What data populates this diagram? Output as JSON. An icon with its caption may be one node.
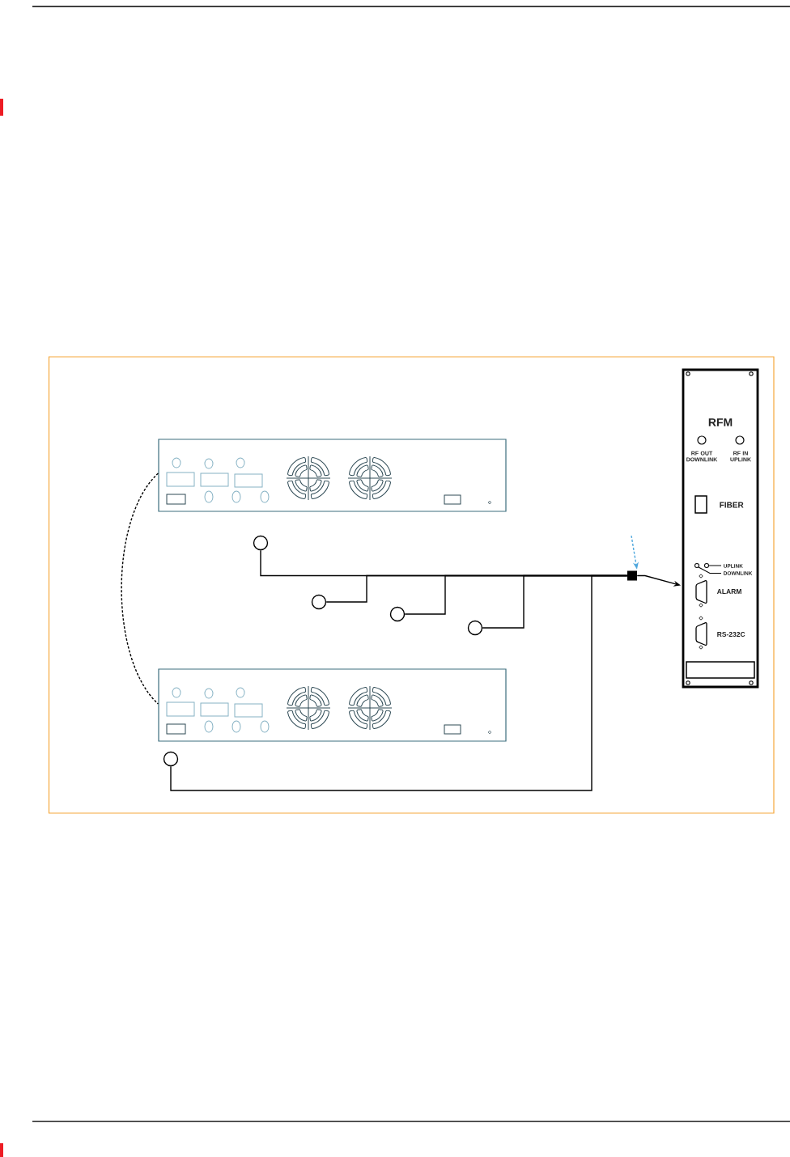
{
  "diagram": {
    "nodes": [
      {
        "text": [
          "RFM"
        ]
      },
      {
        "text": [],
        "shape": "picture"
      },
      {
        "text": [],
        "shape": "circle"
      },
      {
        "text": [],
        "shape": "box"
      },
      {
        "text": [],
        "shape": "circle"
      },
      {
        "text": [],
        "shape": "circle"
      },
      {
        "text": [],
        "shape": "circle"
      },
      {
        "text": [],
        "shape": "picture"
      },
      {
        "text": [],
        "shape": "circle"
      }
    ],
    "edges": [
      {
        "from": 1,
        "to": 7,
        "arrow": "none",
        "style": "dashed"
      },
      {
        "from": 2,
        "to": 3,
        "arrow": "none"
      },
      {
        "from": 4,
        "to": 3,
        "arrow": "none"
      },
      {
        "from": 5,
        "to": 3,
        "arrow": "none"
      },
      {
        "from": 6,
        "to": 3,
        "arrow": "none"
      },
      {
        "from": 8,
        "to": 3,
        "arrow": "none"
      },
      {
        "from": 3,
        "to": 0,
        "arrow": "to"
      },
      {
        "from": null,
        "to": 3,
        "arrow": "to",
        "style": "dashed",
        "color": "#4ea7dd"
      }
    ],
    "labels": [
      "RF OUT DOWNLINK",
      "RF IN UPLINK",
      "FIBER",
      "UPLINK",
      "DOWNLINK",
      "ALARM",
      "RS-232C"
    ]
  }
}
